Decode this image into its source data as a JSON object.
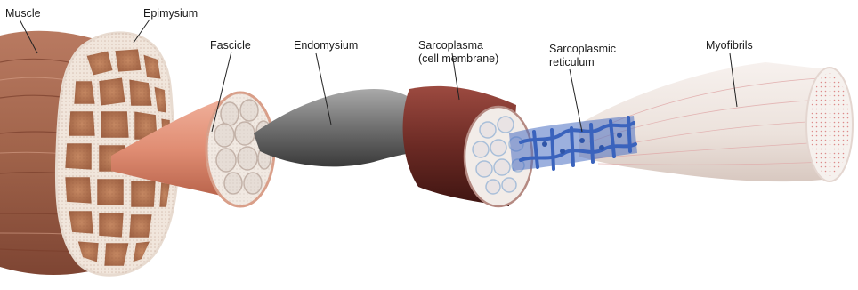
{
  "labels": {
    "muscle": "Muscle",
    "epimysium": "Epimysium",
    "fascicle": "Fascicle",
    "endomysium": "Endomysium",
    "sarcoplasma_line1": "Sarcoplasma",
    "sarcoplasma_line2": "(cell membrane)",
    "sarcoplasmic_line1": "Sarcoplasmic",
    "sarcoplasmic_line2": "reticulum",
    "myofibrils": "Myofibrils"
  },
  "colors": {
    "muscle": "#a0634a",
    "fascicle": "#e3957e",
    "endomysium": "#6e6e6e",
    "sarcoplasma": "#6b2a24",
    "reticulum": "#3f6bc4",
    "myofibril": "#efe7e2"
  }
}
